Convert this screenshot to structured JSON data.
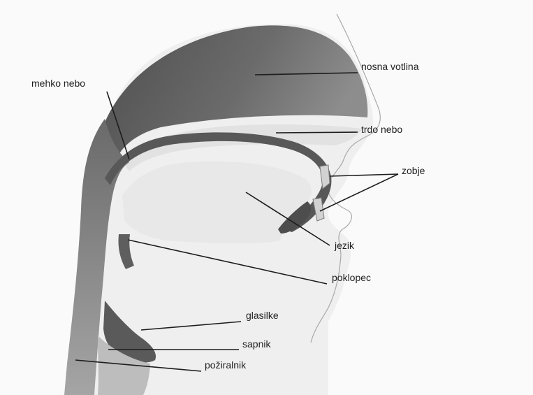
{
  "labels": {
    "mehko_nebo": "mehko nebo",
    "nosna_votlina": "nosna votlina",
    "trdo_nebo": "trdo nebo",
    "zobje": "zobje",
    "jezik": "jezik",
    "poklopec": "poklopec",
    "glasilke": "glasilke",
    "sapnik": "sapnik",
    "poziralnik": "požiralnik"
  },
  "colors": {
    "background": "#fafafa",
    "cavity_dark": "#5c5c5c",
    "cavity_mid": "#8a8a8a",
    "tissue_light": "#ececec",
    "outline": "#9a9a9a",
    "text": "#1f1f1f"
  }
}
